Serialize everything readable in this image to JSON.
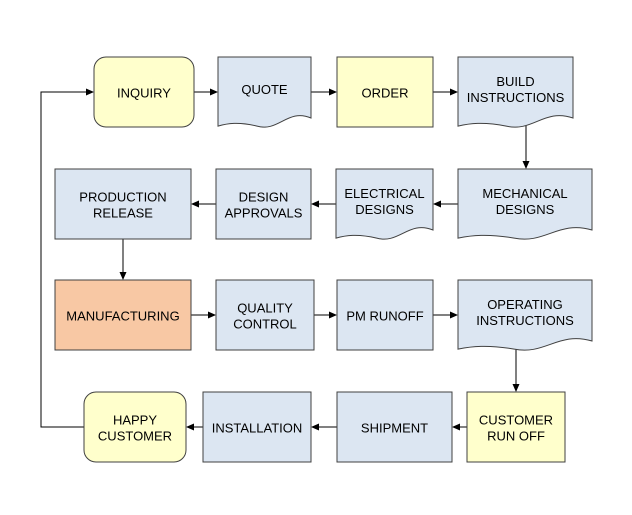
{
  "colors": {
    "blue_fill": "#dce6f2",
    "yellow_fill": "#ffffcc",
    "orange_fill": "#f8c8a4",
    "stroke": "#404040",
    "arrow": "#000000"
  },
  "nodes": {
    "inquiry": {
      "lines": [
        "INQUIRY"
      ],
      "shape": "rounded",
      "fill": "yellow"
    },
    "quote": {
      "lines": [
        "QUOTE"
      ],
      "shape": "document",
      "fill": "blue"
    },
    "order": {
      "lines": [
        "ORDER"
      ],
      "shape": "rect",
      "fill": "yellow"
    },
    "build": {
      "lines": [
        "BUILD",
        "INSTRUCTIONS"
      ],
      "shape": "document",
      "fill": "blue"
    },
    "mechanical": {
      "lines": [
        "MECHANICAL",
        "DESIGNS"
      ],
      "shape": "document",
      "fill": "blue"
    },
    "electrical": {
      "lines": [
        "ELECTRICAL",
        "DESIGNS"
      ],
      "shape": "document",
      "fill": "blue"
    },
    "approvals": {
      "lines": [
        "DESIGN",
        "APPROVALS"
      ],
      "shape": "rect",
      "fill": "blue"
    },
    "production": {
      "lines": [
        "PRODUCTION",
        "RELEASE"
      ],
      "shape": "rect",
      "fill": "blue"
    },
    "manufacturing": {
      "lines": [
        "MANUFACTURING"
      ],
      "shape": "rect",
      "fill": "orange"
    },
    "quality": {
      "lines": [
        "QUALITY",
        "CONTROL"
      ],
      "shape": "rect",
      "fill": "blue"
    },
    "pmrunoff": {
      "lines": [
        "PM RUNOFF"
      ],
      "shape": "rect",
      "fill": "blue"
    },
    "operating": {
      "lines": [
        "OPERATING",
        "INSTRUCTIONS"
      ],
      "shape": "document",
      "fill": "blue"
    },
    "customerrun": {
      "lines": [
        "CUSTOMER",
        "RUN OFF"
      ],
      "shape": "rect",
      "fill": "yellow"
    },
    "shipment": {
      "lines": [
        "SHIPMENT"
      ],
      "shape": "rect",
      "fill": "blue"
    },
    "installation": {
      "lines": [
        "INSTALLATION"
      ],
      "shape": "rect",
      "fill": "blue"
    },
    "happy": {
      "lines": [
        "HAPPY",
        "CUSTOMER"
      ],
      "shape": "rounded",
      "fill": "yellow"
    }
  },
  "edges": [
    [
      "inquiry",
      "quote"
    ],
    [
      "quote",
      "order"
    ],
    [
      "order",
      "build"
    ],
    [
      "build",
      "mechanical"
    ],
    [
      "mechanical",
      "electrical"
    ],
    [
      "electrical",
      "approvals"
    ],
    [
      "approvals",
      "production"
    ],
    [
      "production",
      "manufacturing"
    ],
    [
      "manufacturing",
      "quality"
    ],
    [
      "quality",
      "pmrunoff"
    ],
    [
      "pmrunoff",
      "operating"
    ],
    [
      "operating",
      "customerrun"
    ],
    [
      "customerrun",
      "shipment"
    ],
    [
      "shipment",
      "installation"
    ],
    [
      "installation",
      "happy"
    ],
    [
      "happy",
      "inquiry"
    ]
  ]
}
